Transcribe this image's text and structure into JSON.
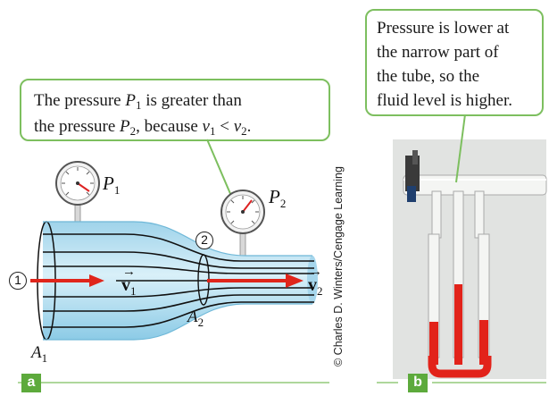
{
  "panel_a": {
    "tag": "a",
    "callout": {
      "line1_pre": "The pressure ",
      "p1_symbol": "P",
      "p1_sub": "1",
      "line1_post": " is greater than",
      "line2_pre": "the pressure ",
      "p2_symbol": "P",
      "p2_sub": "2",
      "line2_mid": ", because ",
      "v1_symbol": "v",
      "v1_sub": "1",
      "lt": " < ",
      "v2_symbol": "v",
      "v2_sub": "2",
      "line2_end": "."
    },
    "labels": {
      "gauge1": {
        "symbol": "P",
        "sub": "1"
      },
      "gauge2": {
        "symbol": "P",
        "sub": "2"
      },
      "area1": {
        "symbol": "A",
        "sub": "1"
      },
      "area2": {
        "symbol": "A",
        "sub": "2"
      },
      "point1": "1",
      "point2": "2",
      "velocity1": {
        "symbol": "v",
        "sub": "1",
        "arrow": "→"
      },
      "velocity2": {
        "symbol": "v",
        "sub": "2",
        "arrow": "→"
      }
    }
  },
  "panel_b": {
    "tag": "b",
    "callout": {
      "line1": "Pressure is lower at",
      "line2": "the narrow part of",
      "line3": "the tube, so the",
      "line4": "fluid level is higher."
    },
    "credit": "© Charles D. Winters/Cengage Learning"
  },
  "colors": {
    "accent_green": "#5daa3c",
    "callout_border": "#7dbf5f",
    "tube_fill": "#bfe3f2",
    "flow_arrow": "#e0251b",
    "photo_fluid": "#e2231a"
  }
}
